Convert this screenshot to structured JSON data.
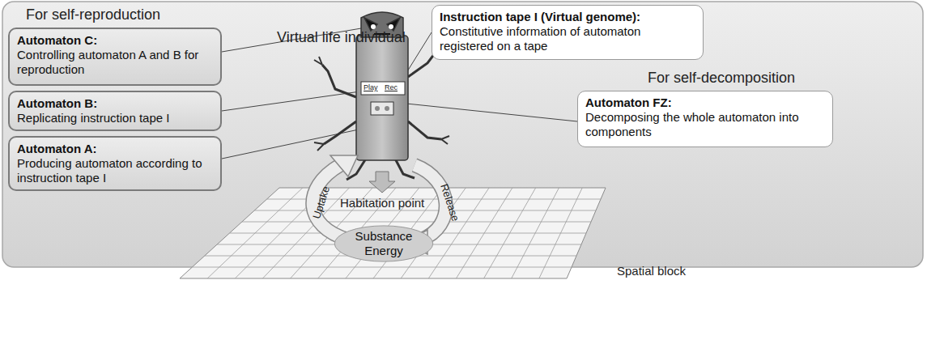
{
  "diagram": {
    "nodes": [
      {
        "text": [
          "Automaton C:",
          "Controlling automaton A and B for reproduction"
        ]
      },
      {
        "text": [
          "Automaton B:",
          "Replicating instruction tape I"
        ]
      },
      {
        "text": [
          "Automaton A:",
          "Producing automaton according to instruction tape I"
        ]
      },
      {
        "text": [
          "Instruction tape I (Virtual genome):",
          "Constitutive information of automaton registered on a tape"
        ]
      },
      {
        "text": [
          "Automaton FZ:",
          "Decomposing the whole automaton into components"
        ]
      },
      {
        "text": [
          "Substance Energy"
        ]
      }
    ],
    "labels": [
      "For self-reproduction",
      "Virtual life individual",
      "For self-decomposition",
      "Habitation point",
      "Uptake",
      "Release",
      "Spatial block",
      "Play",
      "Rec"
    ]
  }
}
